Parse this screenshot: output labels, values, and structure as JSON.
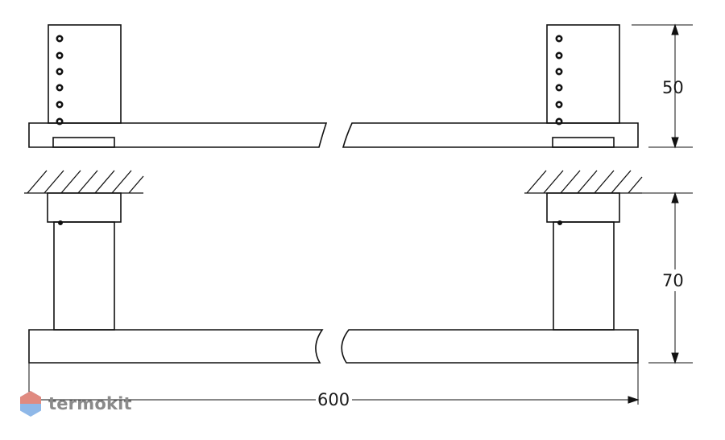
{
  "dimensions": {
    "height_top": "50",
    "height_bottom": "70",
    "width": "600"
  },
  "watermark": {
    "text": "termokit",
    "icon": "hexagon-logo-icon",
    "color_top": "#e08a80",
    "color_bottom": "#8fb8e8"
  },
  "colors": {
    "line": "#111111"
  }
}
